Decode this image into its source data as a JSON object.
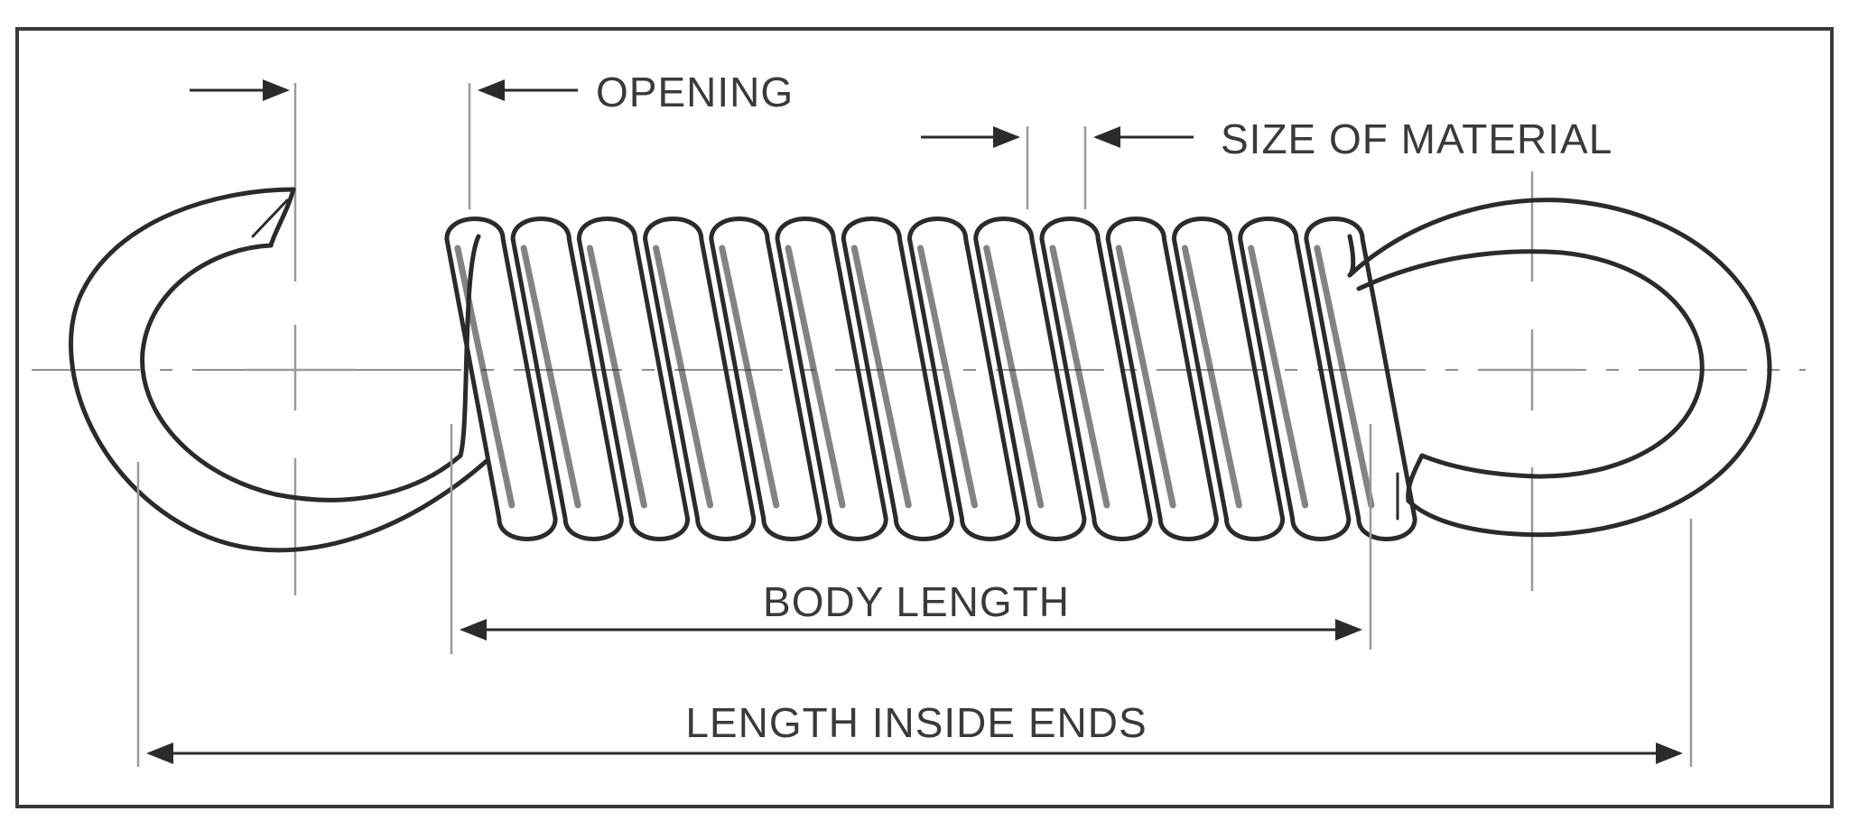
{
  "labels": {
    "opening": "OPENING",
    "size_of_material": "SIZE OF MATERIAL",
    "body_length": "BODY LENGTH",
    "length_inside_ends": "LENGTH INSIDE ENDS"
  },
  "spring": {
    "coil_count": 14
  },
  "colors": {
    "ink": "#2b2b2b",
    "frame": "#3a3a3a",
    "construction": "#9a9a9a",
    "background": "#ffffff"
  }
}
